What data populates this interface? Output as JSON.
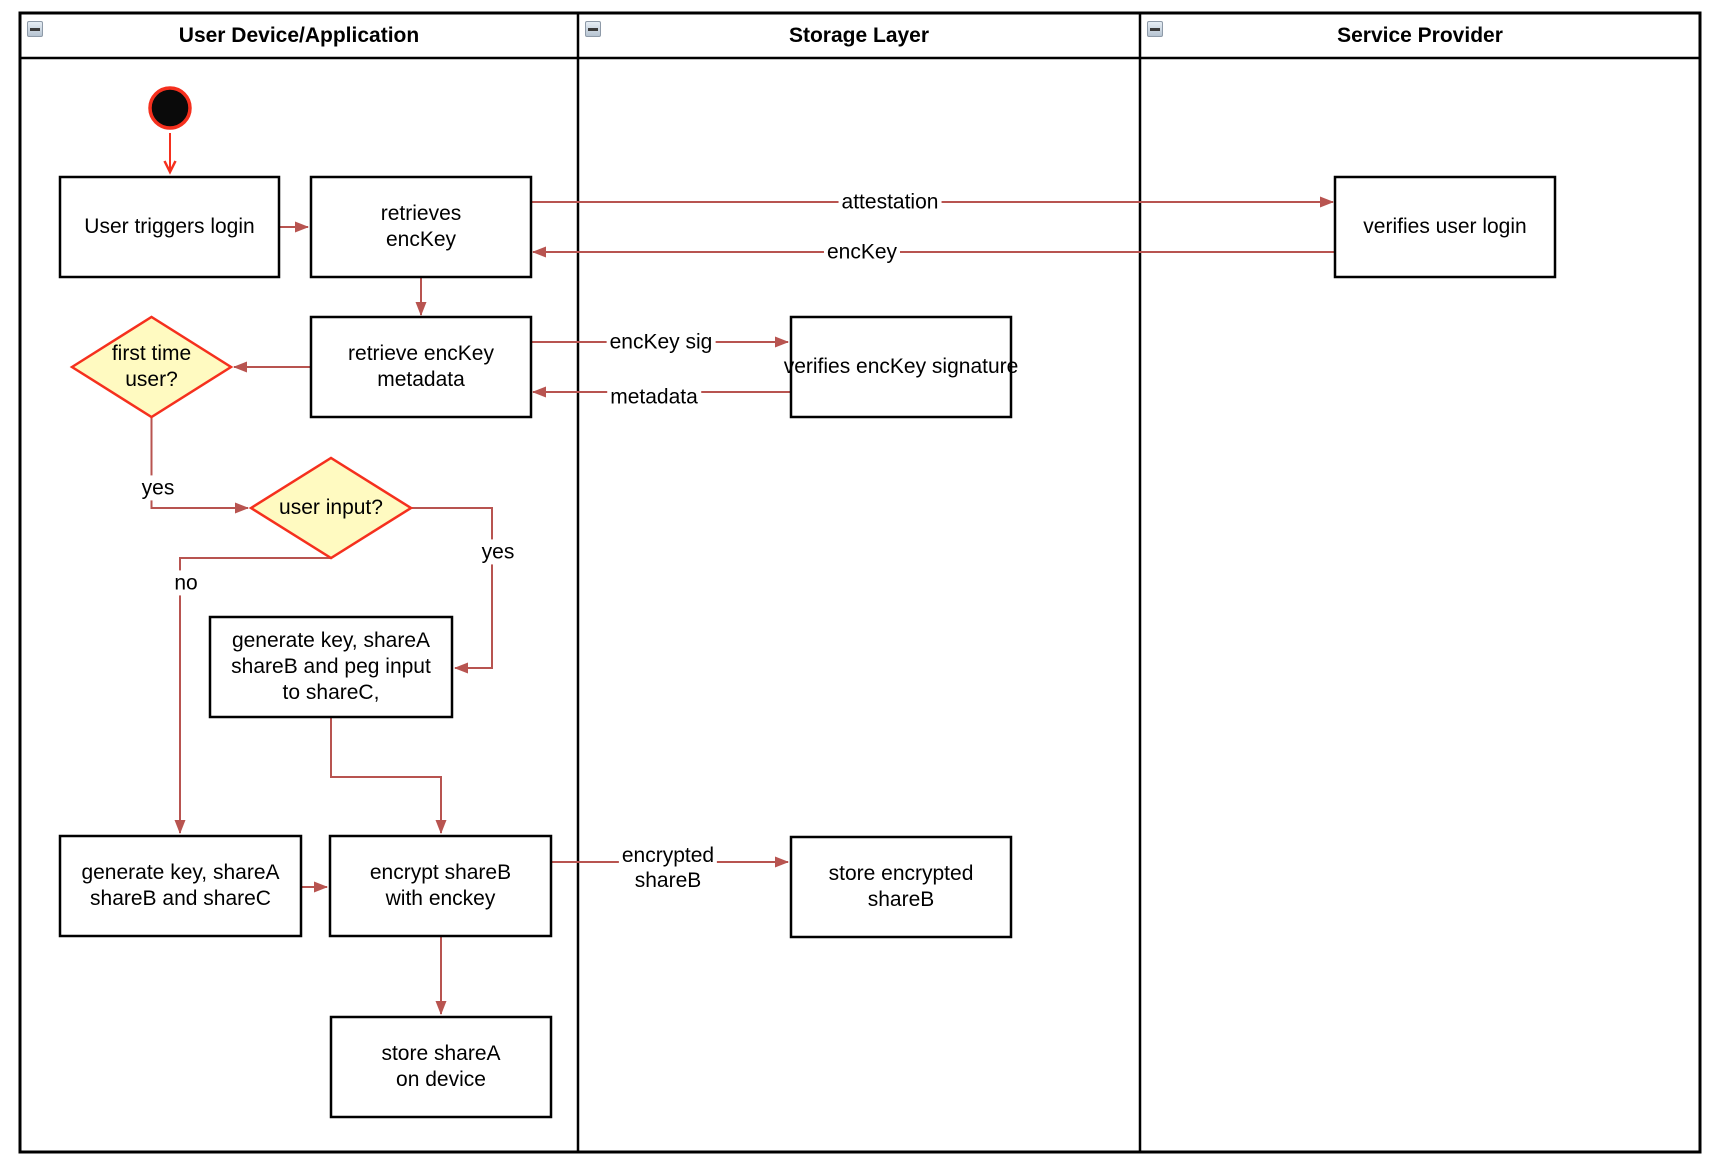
{
  "lanes": [
    {
      "title": "User Device/Application"
    },
    {
      "title": "Storage Layer"
    },
    {
      "title": "Service Provider"
    }
  ],
  "nodes": {
    "start": {
      "type": "initial-state"
    },
    "user_triggers_login": {
      "label": "User triggers login"
    },
    "retrieves_enckey": {
      "label": "retrieves\nencKey"
    },
    "verifies_user_login": {
      "label": "verifies user login"
    },
    "retrieve_enckey_metadata": {
      "label": "retrieve encKey\nmetadata"
    },
    "verifies_enckey_signature": {
      "label": "verifies encKey signature"
    },
    "first_time_user": {
      "label": "first time\nuser?"
    },
    "user_input": {
      "label": "user input?"
    },
    "generate_key_peg_input": {
      "label": "generate key, shareA\nshareB and peg input\nto shareC,"
    },
    "generate_key_sharec": {
      "label": "generate key, shareA\nshareB and shareC"
    },
    "encrypt_shareb": {
      "label": "encrypt shareB\nwith enckey"
    },
    "store_sharea": {
      "label": "store shareA\non device"
    },
    "store_encrypted_shareb": {
      "label": "store encrypted\nshareB"
    }
  },
  "edges": {
    "attestation": {
      "label": "attestation"
    },
    "enckey": {
      "label": "encKey"
    },
    "enckey_sig": {
      "label": "encKey sig"
    },
    "metadata": {
      "label": "metadata"
    },
    "first_time_yes": {
      "label": "yes"
    },
    "user_input_yes": {
      "label": "yes"
    },
    "user_input_no": {
      "label": "no"
    },
    "encrypted_shareb": {
      "label": "encrypted\nshareB"
    }
  },
  "colors": {
    "edge": "#b85450",
    "highlight": "#f5301e",
    "diamond-fill": "#fffac1",
    "node-border": "#000000"
  }
}
